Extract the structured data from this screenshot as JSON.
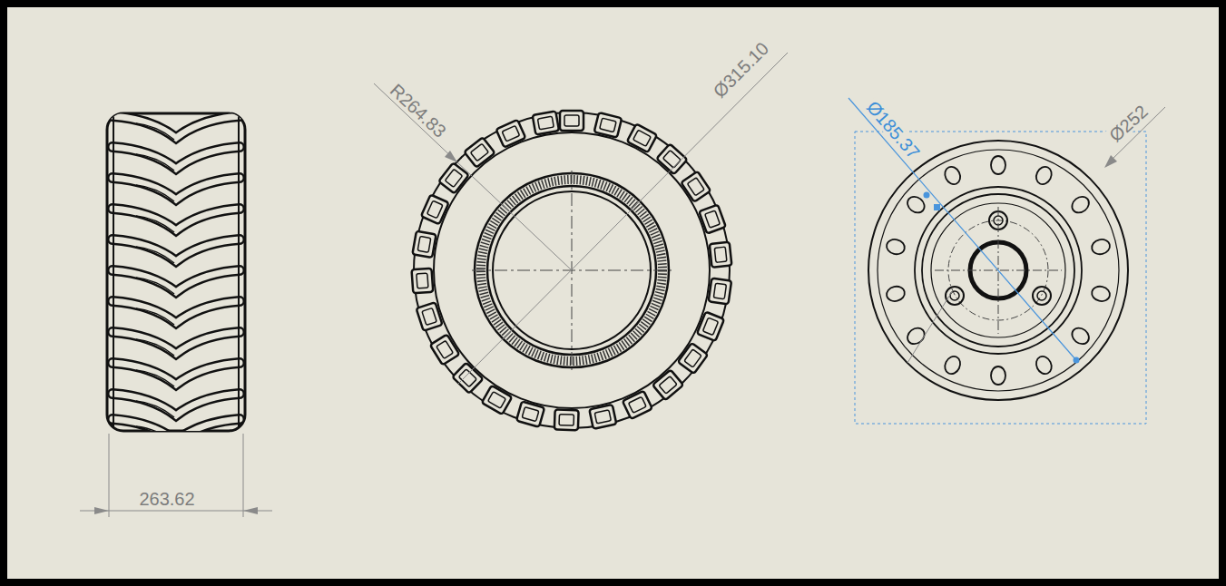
{
  "diagram": {
    "labels": [
      "263.62",
      "R264.83",
      "Ø315.10",
      "Ø185.37",
      "Ø252"
    ]
  }
}
